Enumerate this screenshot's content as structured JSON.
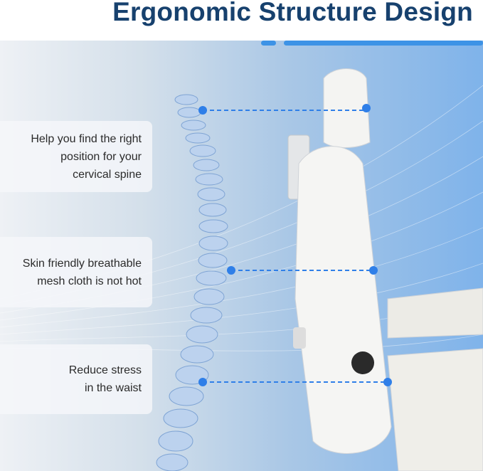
{
  "title": "Ergonomic Structure Design",
  "features": [
    {
      "text": "Help you find the right\nposition for your\ncervical spine"
    },
    {
      "text": "Skin friendly breathable\nmesh cloth is not hot"
    },
    {
      "text": "Reduce stress\nin the waist"
    }
  ],
  "colors": {
    "title": "#17416e",
    "accent": "#3d93e6",
    "dots": "#2f7fe8"
  }
}
